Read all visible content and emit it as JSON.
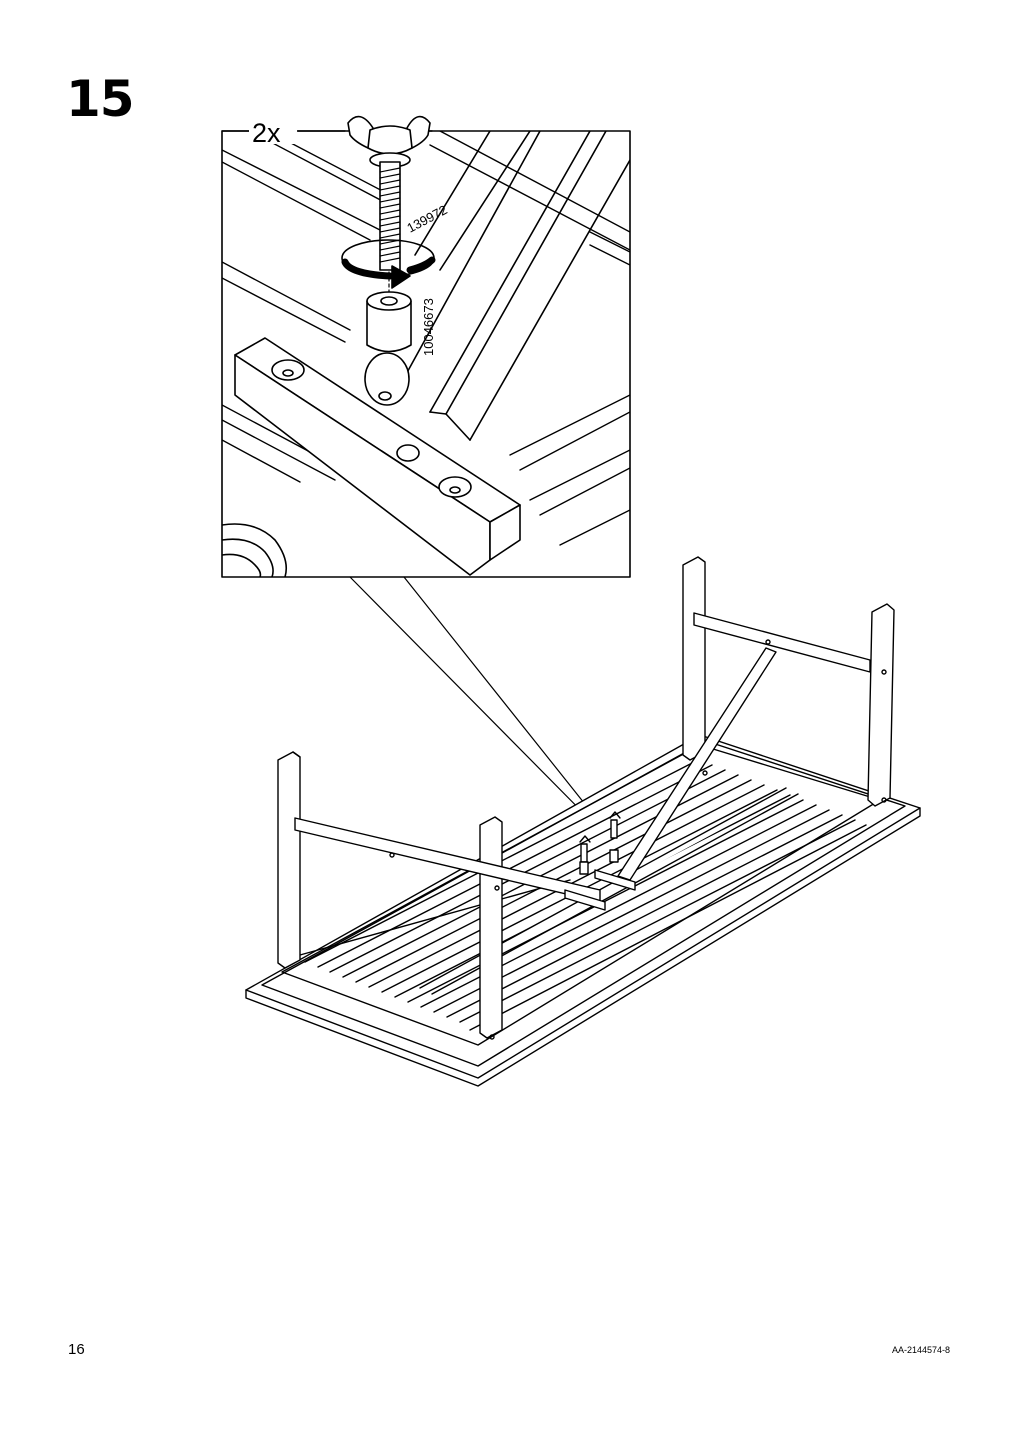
{
  "step": {
    "number": "15"
  },
  "callout": {
    "quantity": "2x",
    "parts": [
      {
        "id": "139972",
        "icon": "wing-screw-icon"
      },
      {
        "id": "10046673",
        "icon": "spacer-tube-icon"
      }
    ]
  },
  "footer": {
    "page_number": "16",
    "document_code": "AA-2144574-8"
  }
}
